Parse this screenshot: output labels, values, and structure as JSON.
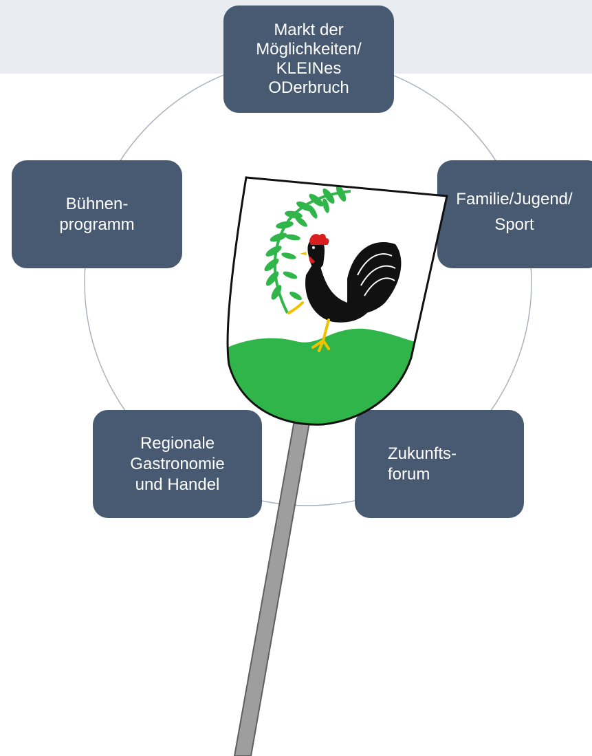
{
  "diagram": {
    "nodes": {
      "markt": {
        "line1": "Markt der",
        "line2": "Möglichkeiten/",
        "line3": "KLEINes",
        "line4": "ODerbruch"
      },
      "buehne": {
        "line1": "Bühnen-",
        "line2": "programm"
      },
      "familie": {
        "line1": "Familie/Jugend/",
        "line2": "Sport"
      },
      "regional": {
        "line1": "Regionale",
        "line2": "Gastronomie",
        "line3": "und Handel"
      },
      "zukunft": {
        "line1": "Zukunfts-",
        "line2": "forum"
      }
    },
    "emblem": {
      "icon": "coat-of-arms-rooster-icon"
    },
    "colors": {
      "node_fill": "#475a71",
      "node_text": "#ffffff",
      "band": "#e9edf1",
      "ring": "#a9b3c0",
      "shield_green": "#2fb54a",
      "pole": "#9e9e9e"
    }
  }
}
